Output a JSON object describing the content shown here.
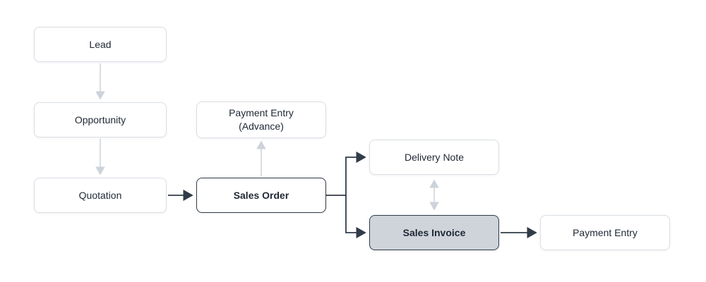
{
  "diagram": {
    "nodes": {
      "lead": {
        "label": "Lead",
        "emphasis": false,
        "filled": false
      },
      "opportunity": {
        "label": "Opportunity",
        "emphasis": false,
        "filled": false
      },
      "quotation": {
        "label": "Quotation",
        "emphasis": false,
        "filled": false
      },
      "payment_entry_advance": {
        "label": "Payment Entry\n(Advance)",
        "emphasis": false,
        "filled": false
      },
      "sales_order": {
        "label": "Sales Order",
        "emphasis": true,
        "filled": false
      },
      "delivery_note": {
        "label": "Delivery Note",
        "emphasis": false,
        "filled": false
      },
      "sales_invoice": {
        "label": "Sales Invoice",
        "emphasis": true,
        "filled": true
      },
      "payment_entry": {
        "label": "Payment Entry",
        "emphasis": false,
        "filled": false
      }
    },
    "edges": [
      {
        "from": "lead",
        "to": "opportunity",
        "style": "light",
        "direction": "down"
      },
      {
        "from": "opportunity",
        "to": "quotation",
        "style": "light",
        "direction": "down"
      },
      {
        "from": "quotation",
        "to": "sales_order",
        "style": "strong",
        "direction": "right"
      },
      {
        "from": "sales_order",
        "to": "payment_entry_advance",
        "style": "light",
        "direction": "up"
      },
      {
        "from": "sales_order",
        "to": "delivery_note",
        "style": "strong",
        "direction": "branch-right"
      },
      {
        "from": "sales_order",
        "to": "sales_invoice",
        "style": "strong",
        "direction": "branch-right"
      },
      {
        "from": "delivery_note",
        "to": "sales_invoice",
        "style": "light",
        "direction": "both"
      },
      {
        "from": "sales_invoice",
        "to": "payment_entry",
        "style": "strong",
        "direction": "right"
      }
    ],
    "colors": {
      "background": "#ffffff",
      "node_fill": "#ffffff",
      "node_border": "#d9dee4",
      "node_border_emphasis": "#313c49",
      "node_fill_highlight": "#ced4da",
      "arrow_strong": "#313c49",
      "arrow_light": "#ccd3da",
      "text": "#1f2734"
    }
  }
}
